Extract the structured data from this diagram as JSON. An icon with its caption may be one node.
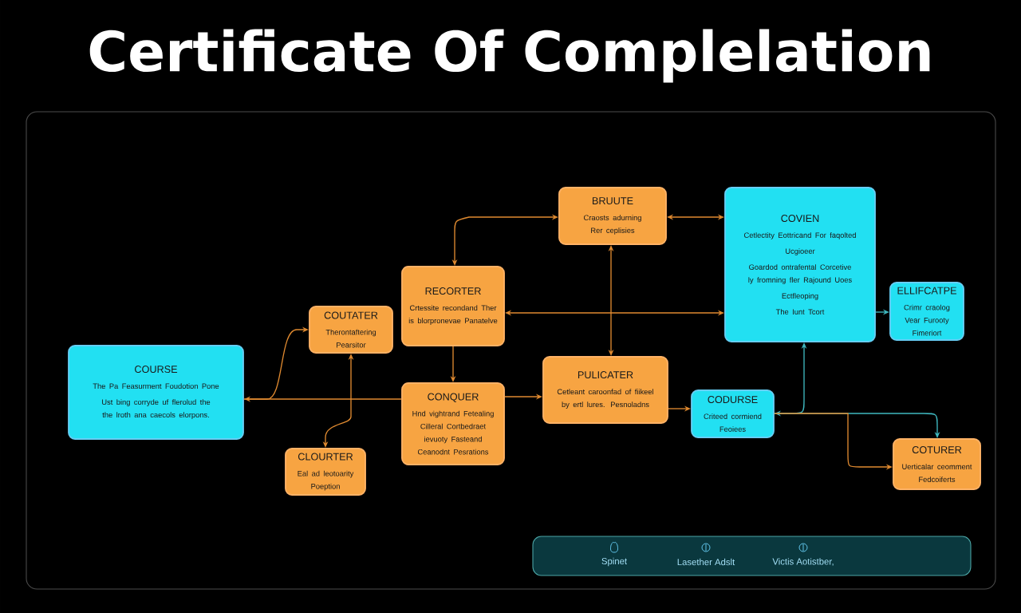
{
  "diagram": {
    "title": "Certificate Of Complelation",
    "nodes": [
      {
        "text": [
          "COURSE",
          "The Pa Feasurment Foudotion Pone",
          "Ust bing corryde uf flerolud the the lroth ana caecols elorpons."
        ]
      },
      {
        "text": [
          "COUTATER",
          "Therontaftering Pearsitor"
        ]
      },
      {
        "text": [
          "CLOURTER",
          "Eal ad leotoarity Poeption"
        ]
      },
      {
        "text": [
          "RECORTER",
          "Crtessite recondand Ther is blorpronevae Panatelve"
        ]
      },
      {
        "text": [
          "CONQUER",
          "Hnd vightrand Fetealing Cilleral Cortbedraet ievuoty Fasteand Ceanodnt Pesrations"
        ]
      },
      {
        "text": [
          "BRUUTE",
          "Craosts adurning Rer ceplisies"
        ]
      },
      {
        "text": [
          "PULICATER",
          "Cetleant caroonfad of fiikeel by ertl lures. Pesnoladns"
        ]
      },
      {
        "text": [
          "COVIEN",
          "Cetlectity Eottricand For faqolted",
          "Ucgioeer",
          "Goardod ontrafental Corcetive ly fromning fler Rajound Uoes",
          "Ectfleoping",
          "The Iunt Tcort"
        ]
      },
      {
        "text": [
          "ELLIFCATPE",
          "Crimr craolog Vear Furooty Fimeriort"
        ]
      },
      {
        "text": [
          "CODURSE",
          "Criteed cormiend Feoiees"
        ]
      },
      {
        "text": [
          "COTURER",
          "Uerticalar ceomment Fedcoiferts"
        ]
      }
    ],
    "edges": [
      {
        "from": 4,
        "to": 0,
        "arrow": "to"
      },
      {
        "from": 0,
        "to": 1,
        "arrow": "to"
      },
      {
        "from": 1,
        "to": 2,
        "arrow": "both"
      },
      {
        "from": 3,
        "to": 5,
        "arrow": "both"
      },
      {
        "from": 3,
        "to": 4,
        "arrow": "to"
      },
      {
        "from": 4,
        "to": 6,
        "arrow": "to"
      },
      {
        "from": 5,
        "to": 6,
        "arrow": "both"
      },
      {
        "from": 3,
        "to": 7,
        "arrow": "both"
      },
      {
        "from": 5,
        "to": 7,
        "arrow": "both"
      },
      {
        "from": 7,
        "to": 8,
        "arrow": "to",
        "color": "#3fb8c0"
      },
      {
        "from": 6,
        "to": 9,
        "arrow": "to"
      },
      {
        "from": 9,
        "to": 7,
        "arrow": "both",
        "color": "#3fb8c0"
      },
      {
        "from": 9,
        "to": 10,
        "arrow": "to",
        "color": "#3fb8c0"
      },
      {
        "from": 9,
        "to": 10,
        "arrow": "to"
      }
    ],
    "legend": [
      {
        "text": "Spinet"
      },
      {
        "text": "Lasether Adslt"
      },
      {
        "text": "Victis Aotistber,"
      }
    ]
  }
}
